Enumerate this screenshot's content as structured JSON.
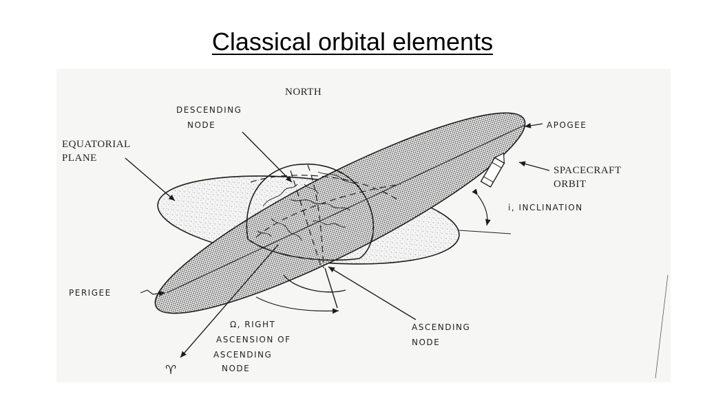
{
  "slide": {
    "title": "Classical orbital elements"
  },
  "diagram": {
    "labels": {
      "north": "NORTH",
      "descending_node_1": "DESCENDING",
      "descending_node_2": "NODE",
      "equatorial_plane_1": "EQUATORIAL",
      "equatorial_plane_2": "PLANE",
      "apogee": "APOGEE",
      "spacecraft_orbit_1": "SPACECRAFT",
      "spacecraft_orbit_2": "ORBIT",
      "inclination": "i, INCLINATION",
      "perigee": "PERIGEE",
      "raan_1": "Ω, RIGHT",
      "raan_2": "ASCENSION OF",
      "raan_3": "ASCENDING",
      "raan_4": "NODE",
      "ascending_node_1": "ASCENDING",
      "ascending_node_2": "NODE",
      "vernal_equinox_symbol": "♈"
    },
    "colors": {
      "ink": "#1c1c1c",
      "paper": "#f6f6f4"
    }
  }
}
